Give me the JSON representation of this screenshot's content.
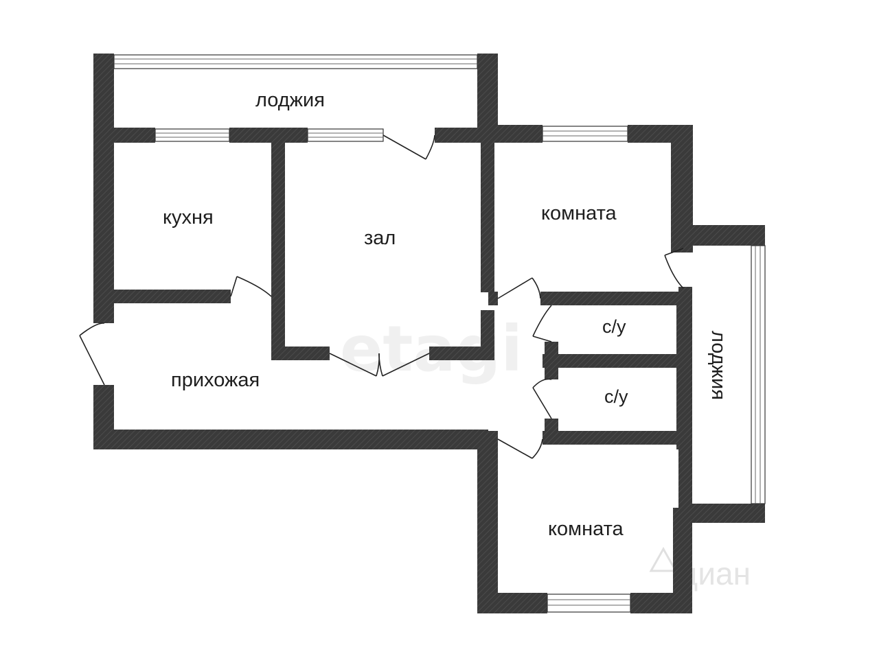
{
  "rooms": {
    "loggia_top": "лоджия",
    "kitchen": "кухня",
    "hall": "зал",
    "room_top": "комната",
    "bath1": "с/у",
    "bath2": "с/у",
    "corridor": "прихожая",
    "loggia_right": "лоджия",
    "room_bottom": "комната"
  },
  "watermarks": {
    "etagi": "etagi",
    "cian": "циан"
  },
  "colors": {
    "wall": "#3a3a3a",
    "background": "#ffffff"
  }
}
